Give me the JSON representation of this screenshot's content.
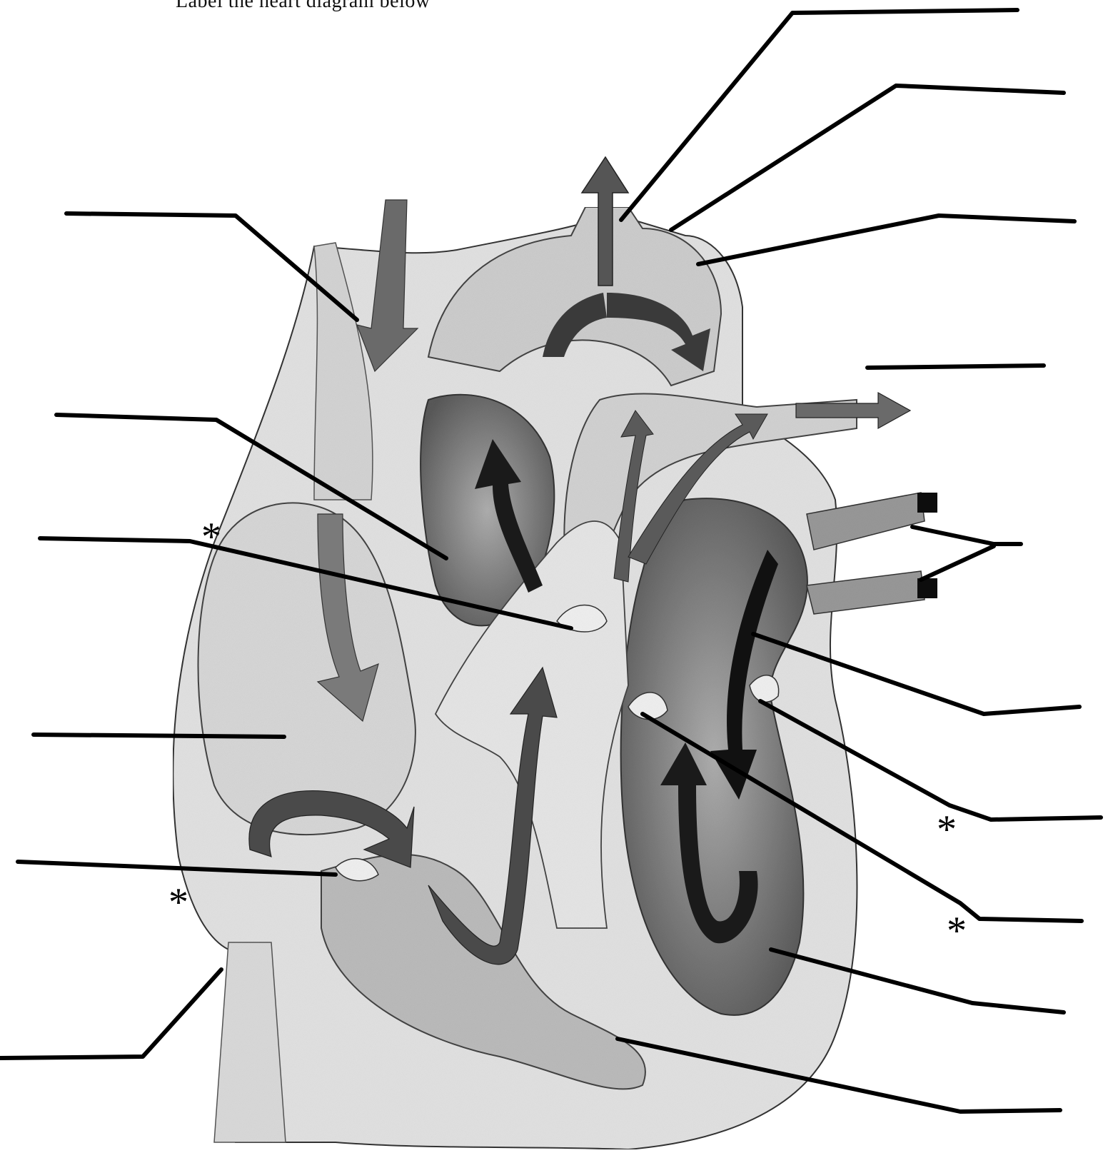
{
  "worksheet": {
    "instruction": "Label the heart diagram below"
  },
  "colors": {
    "line": "#000000",
    "fill_dark": "#4a4a4a",
    "fill_mid": "#8a8a8a",
    "fill_light": "#c8c8c8",
    "paper": "#ffffff"
  },
  "diagram": {
    "label_lines": [
      {
        "id": "label-line-aorta-branch"
      },
      {
        "id": "label-line-aorta-mid"
      },
      {
        "id": "label-line-aortic-arch-right"
      },
      {
        "id": "label-line-pulmonary-artery"
      },
      {
        "id": "label-line-pulmonary-veins"
      },
      {
        "id": "label-line-superior-vena-cava"
      },
      {
        "id": "label-line-pulmonary-trunk"
      },
      {
        "id": "label-line-pulmonary-valve"
      },
      {
        "id": "label-line-right-atrium"
      },
      {
        "id": "label-line-tricuspid-valve"
      },
      {
        "id": "label-line-inferior-vena-cava"
      },
      {
        "id": "label-line-left-atrium"
      },
      {
        "id": "label-line-bicuspid-valve"
      },
      {
        "id": "label-line-aortic-valve"
      },
      {
        "id": "label-line-left-ventricle"
      },
      {
        "id": "label-line-septum"
      }
    ],
    "asterisk_marks": [
      "*",
      "*",
      "*",
      "*"
    ]
  }
}
